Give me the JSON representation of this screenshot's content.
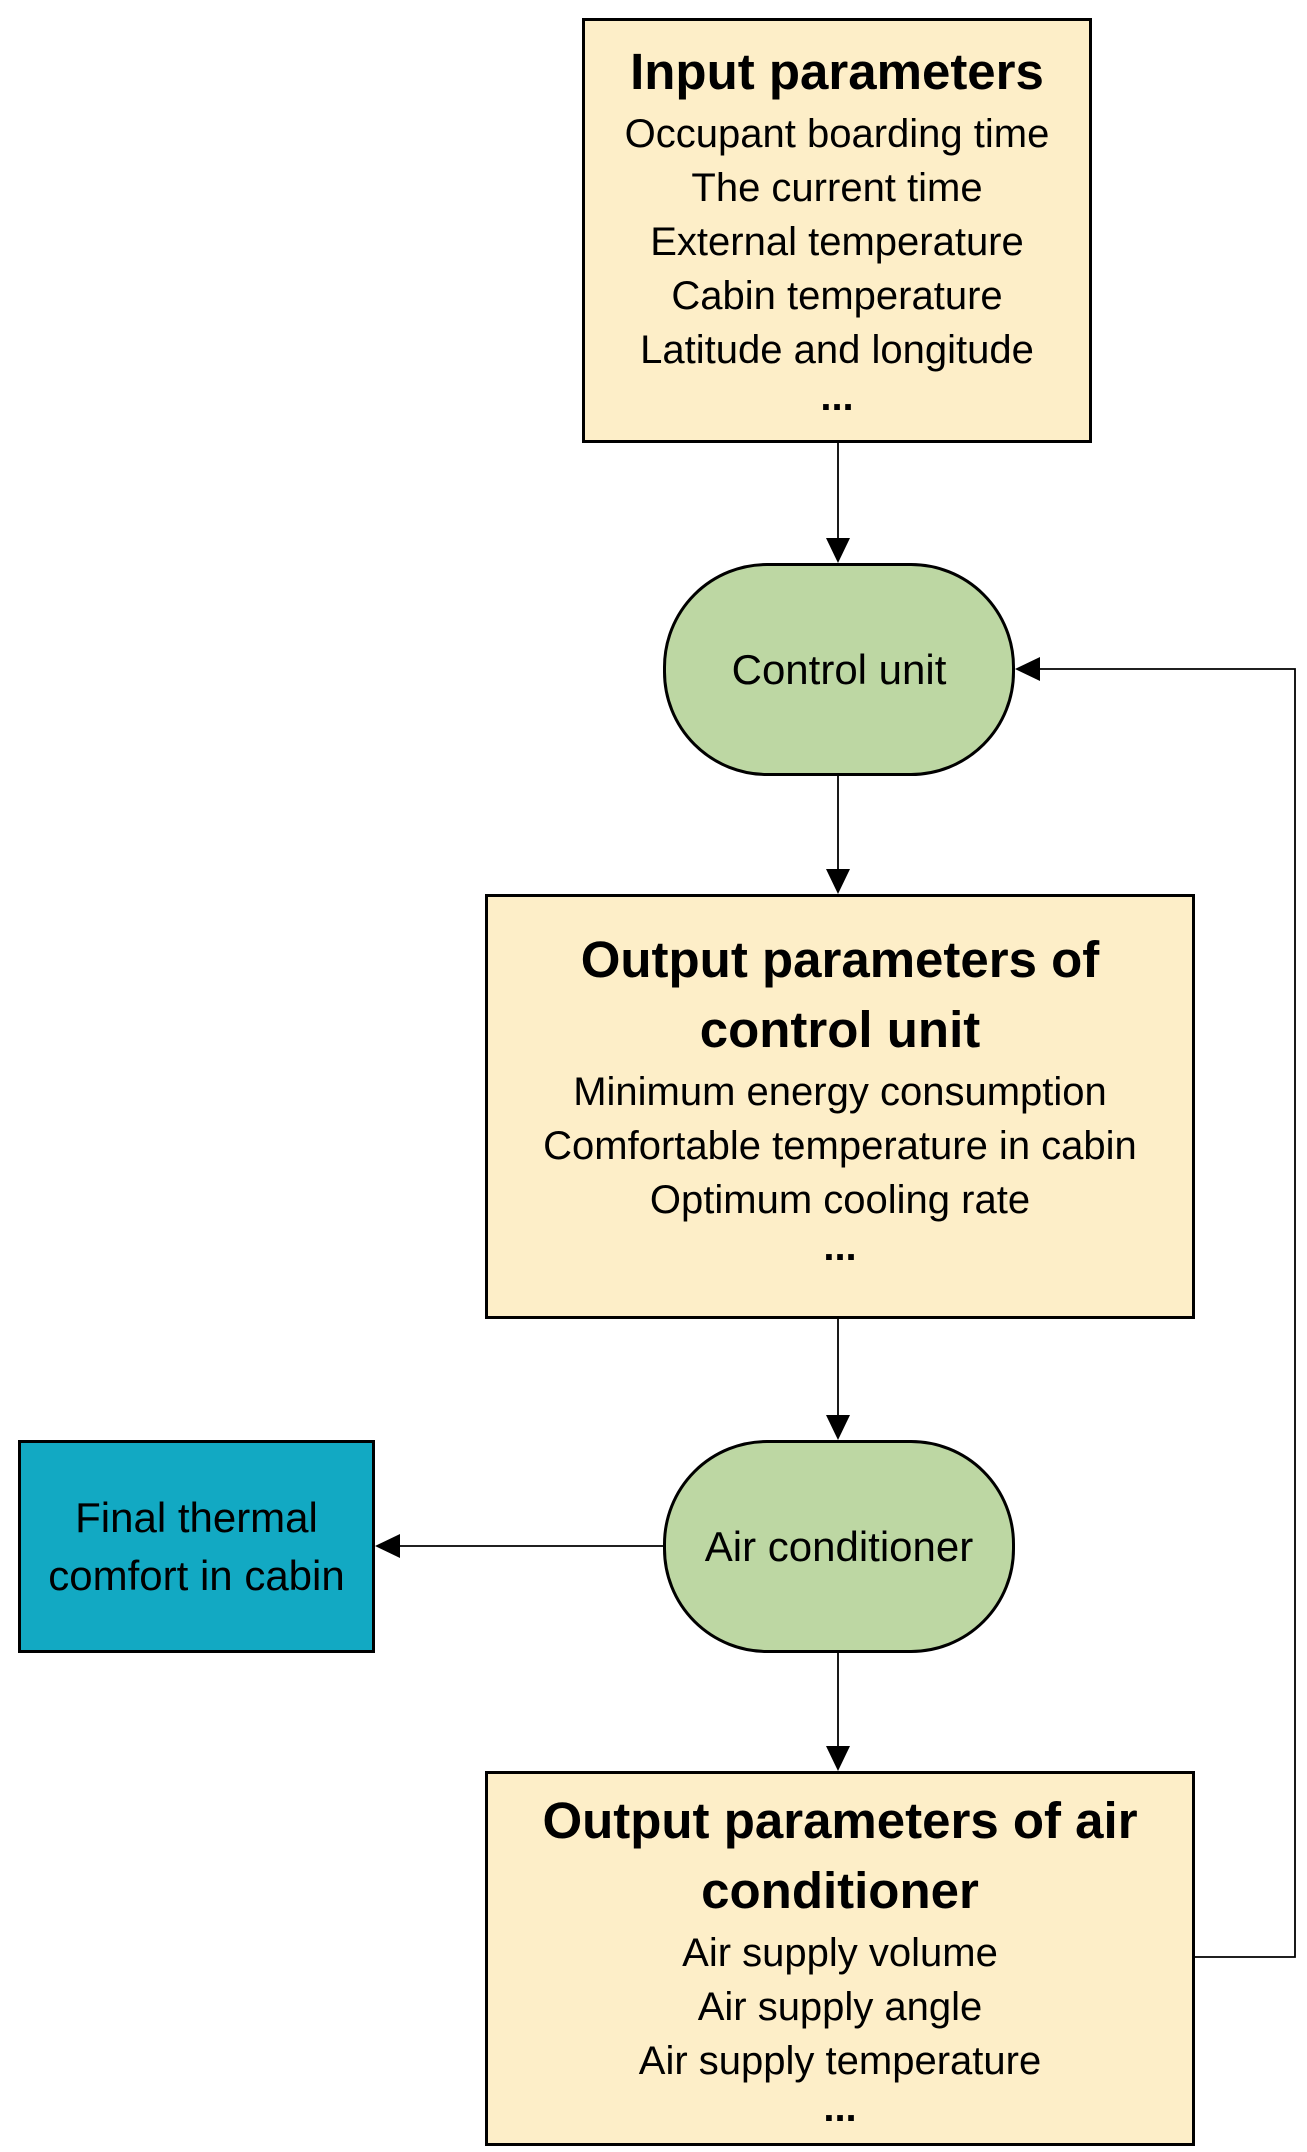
{
  "input_box": {
    "title": "Input parameters",
    "items": [
      "Occupant boarding time",
      "The current time",
      "External temperature",
      "Cabin temperature",
      "Latitude and longitude"
    ],
    "more": "..."
  },
  "control_unit": {
    "label": "Control unit"
  },
  "control_output_box": {
    "title_line1": "Output parameters of",
    "title_line2": "control unit",
    "items": [
      "Minimum energy consumption",
      "Comfortable temperature in cabin",
      "Optimum cooling rate"
    ],
    "more": "..."
  },
  "air_conditioner": {
    "label": "Air conditioner"
  },
  "final_box": {
    "label": "Final thermal\ncomfort in cabin"
  },
  "ac_output_box": {
    "title_line1": "Output parameters of air",
    "title_line2": "conditioner",
    "items": [
      "Air supply volume",
      "Air supply angle",
      "Air supply temperature"
    ],
    "more": "..."
  },
  "colors": {
    "param_box": "#fdeec8",
    "process_pill": "#bdd7a3",
    "result_box": "#12a9c3",
    "line": "#000000"
  }
}
